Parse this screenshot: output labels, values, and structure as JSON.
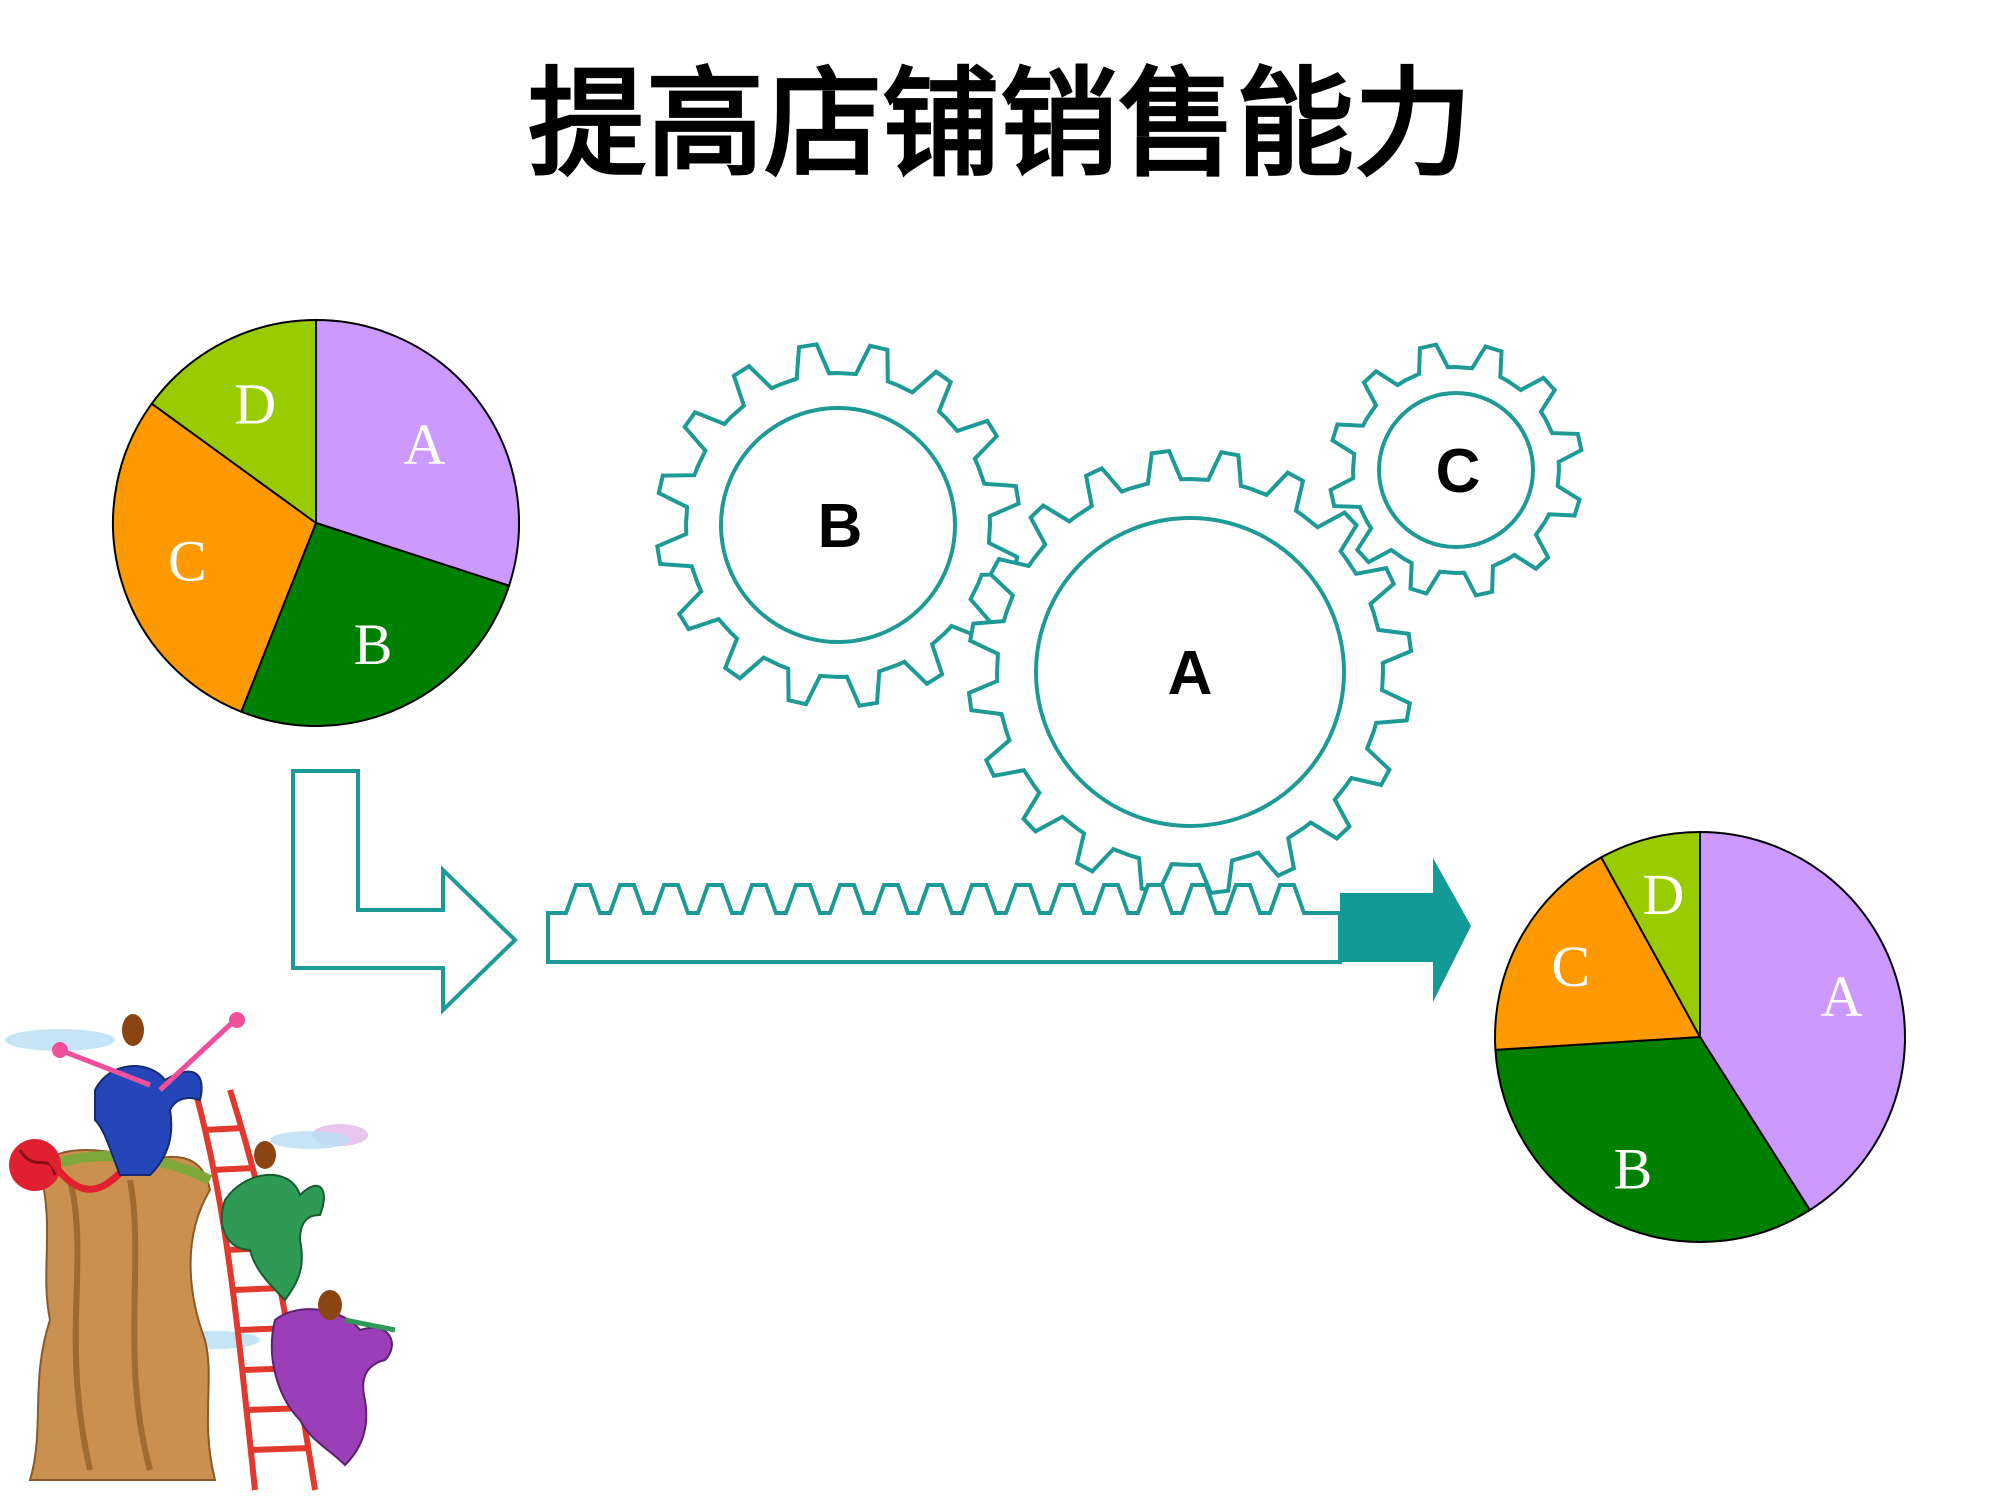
{
  "title": "提高店铺销售能力",
  "colors": {
    "teal": "#1E9A96",
    "teal_fill": "#119A96",
    "purple": "#CC99FF",
    "green": "#008000",
    "orange": "#FF9900",
    "lime": "#99CC00"
  },
  "chart_data": [
    {
      "type": "pie",
      "title": "",
      "slices": [
        {
          "label": "A",
          "value": 30
        },
        {
          "label": "B",
          "value": 26
        },
        {
          "label": "C",
          "value": 29
        },
        {
          "label": "D",
          "value": 15
        }
      ]
    },
    {
      "type": "pie",
      "title": "",
      "slices": [
        {
          "label": "A",
          "value": 41
        },
        {
          "label": "B",
          "value": 33
        },
        {
          "label": "C",
          "value": 18
        },
        {
          "label": "D",
          "value": 8
        }
      ]
    }
  ],
  "gears": [
    {
      "label": "A"
    },
    {
      "label": "B"
    },
    {
      "label": "C"
    }
  ],
  "illustration": {
    "icon": "climbing-team-illustration-icon"
  }
}
